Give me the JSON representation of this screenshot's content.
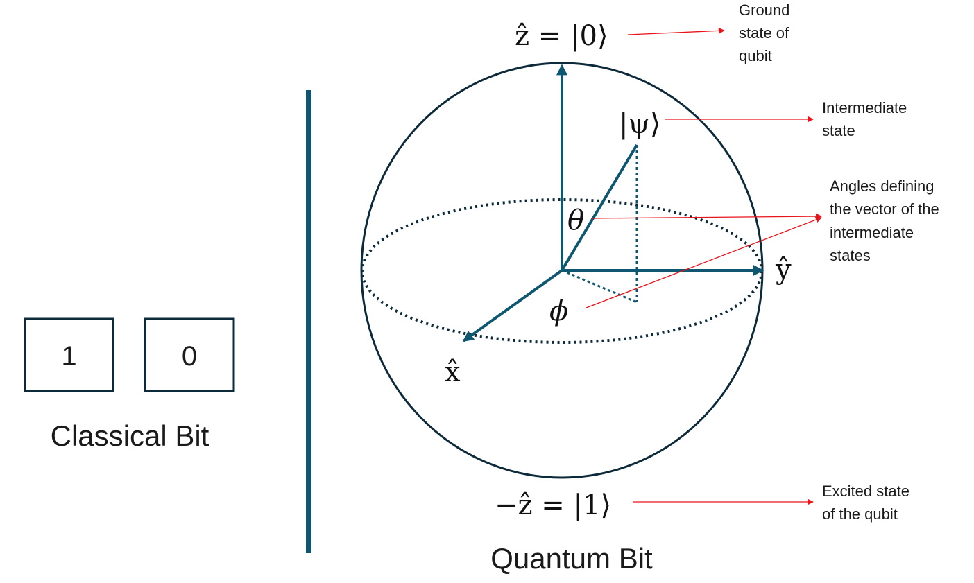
{
  "colors": {
    "axis": "#0f5770",
    "outline": "#0c2a3a",
    "annotation_arrow": "#e8141c",
    "text": "#111111"
  },
  "classical": {
    "bits": [
      "1",
      "0"
    ],
    "caption": "Classical Bit"
  },
  "quantum": {
    "caption": "Quantum Bit",
    "labels": {
      "z_top": "ẑ = |0⟩",
      "z_bottom": "−ẑ = |1⟩",
      "x_axis": "x̂",
      "y_axis": "ŷ",
      "psi": "|ψ⟩",
      "theta": "θ",
      "phi": "ϕ"
    }
  },
  "annotations": {
    "ground": [
      "Ground",
      "state of",
      "qubit"
    ],
    "intermediate": [
      "Intermediate",
      "state"
    ],
    "angles": [
      "Angles defining",
      "the vector of the",
      "intermediate",
      "states"
    ],
    "excited": [
      "Excited state",
      "of the qubit"
    ]
  }
}
